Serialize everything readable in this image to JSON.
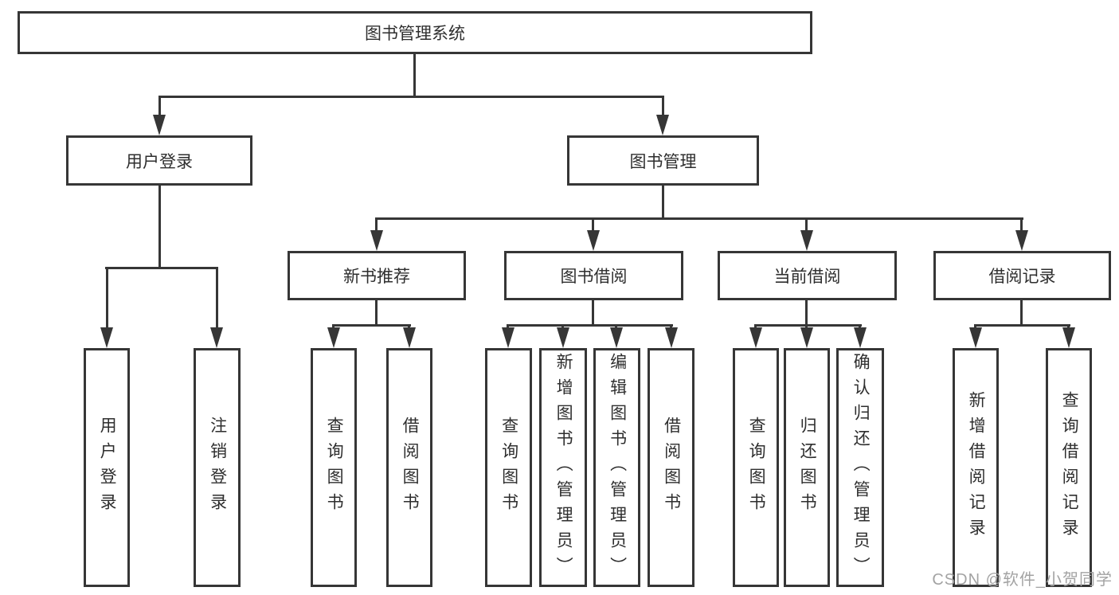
{
  "tree": {
    "label": "图书管理系统",
    "children": [
      {
        "label": "用户登录",
        "children": [
          {
            "label": "用户登录"
          },
          {
            "label": "注销登录"
          }
        ]
      },
      {
        "label": "图书管理",
        "children": [
          {
            "label": "新书推荐",
            "children": [
              {
                "label": "查询图书"
              },
              {
                "label": "借阅图书"
              }
            ]
          },
          {
            "label": "图书借阅",
            "children": [
              {
                "label": "查询图书"
              },
              {
                "label": "新增图书（管理员）"
              },
              {
                "label": "编辑图书（管理员）"
              },
              {
                "label": "借阅图书"
              }
            ]
          },
          {
            "label": "当前借阅",
            "children": [
              {
                "label": "查询图书"
              },
              {
                "label": "归还图书"
              },
              {
                "label": "确认归还（管理员）"
              }
            ]
          },
          {
            "label": "借阅记录",
            "children": [
              {
                "label": "新增借阅记录"
              },
              {
                "label": "查询借阅记录"
              }
            ]
          }
        ]
      }
    ]
  },
  "watermark": {
    "text": "CSDN @软件_小贺同学"
  },
  "colors": {
    "line": "#363636",
    "box_background": "#ffffff",
    "watermark_text": "#a3a3a3"
  }
}
